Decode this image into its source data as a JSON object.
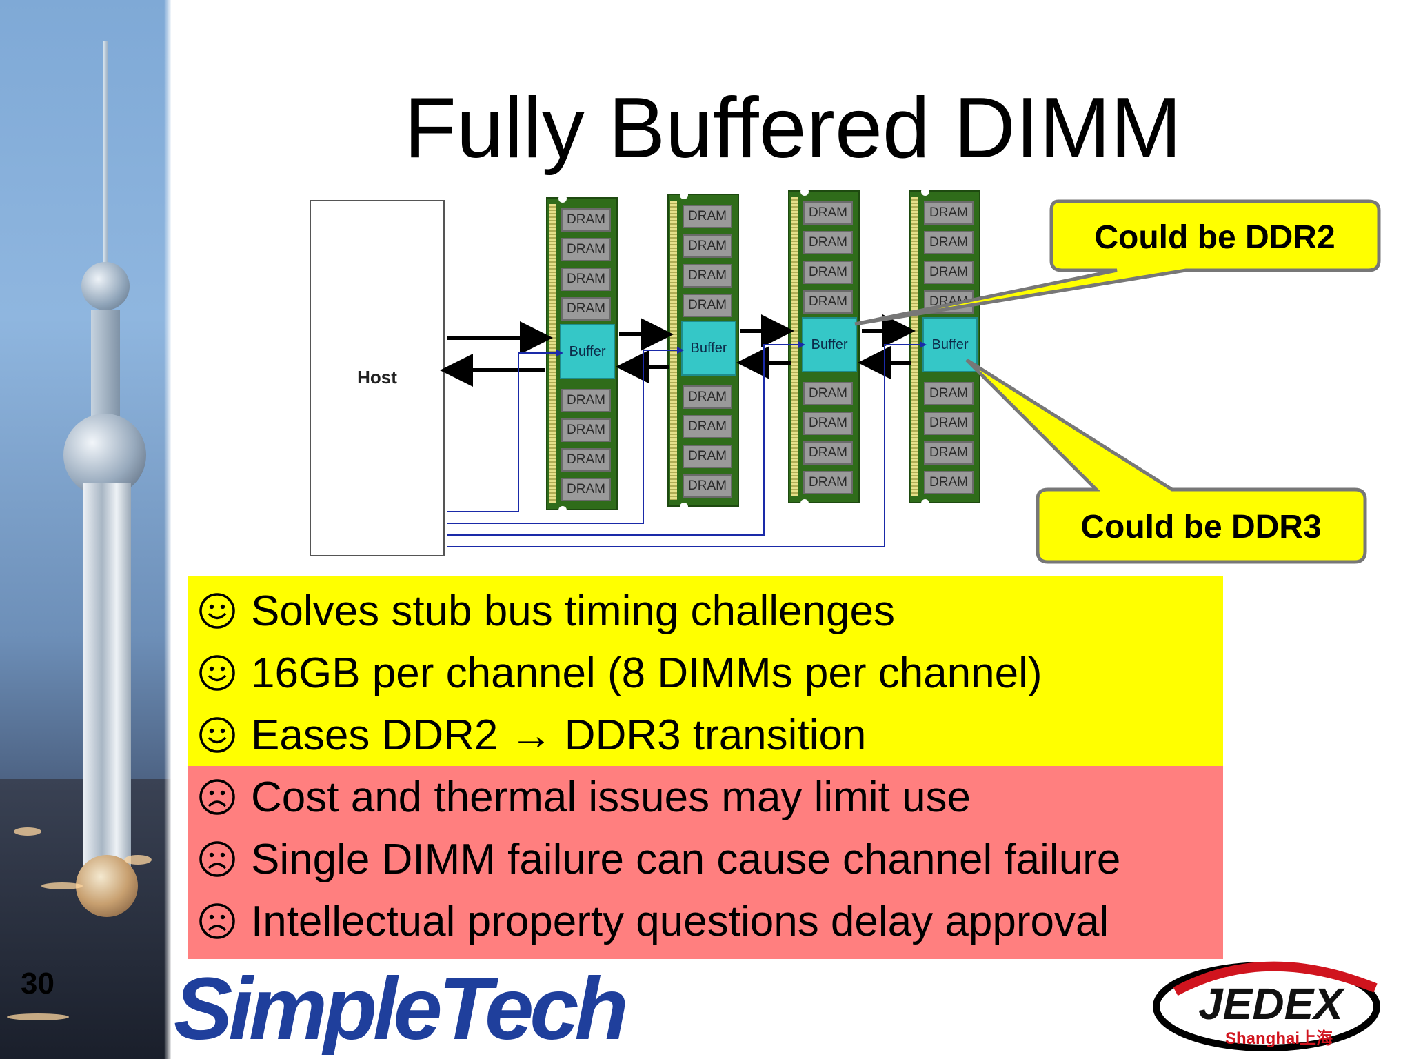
{
  "slide": {
    "number": "30",
    "title": "Fully Buffered DIMM"
  },
  "diagram": {
    "host_label": "Host",
    "dram_label": "DRAM",
    "buffer_label": "Buffer",
    "dimms": [
      {
        "top_drams": [
          "DRAM",
          "DRAM",
          "DRAM",
          "DRAM"
        ],
        "buffer": "Buffer",
        "bottom_drams": [
          "DRAM",
          "DRAM",
          "DRAM",
          "DRAM"
        ]
      },
      {
        "top_drams": [
          "DRAM",
          "DRAM",
          "DRAM",
          "DRAM"
        ],
        "buffer": "Buffer",
        "bottom_drams": [
          "DRAM",
          "DRAM",
          "DRAM",
          "DRAM"
        ]
      },
      {
        "top_drams": [
          "DRAM",
          "DRAM",
          "DRAM",
          "DRAM"
        ],
        "buffer": "Buffer",
        "bottom_drams": [
          "DRAM",
          "DRAM",
          "DRAM",
          "DRAM"
        ]
      },
      {
        "top_drams": [
          "DRAM",
          "DRAM",
          "DRAM",
          "DRAM"
        ],
        "buffer": "Buffer",
        "bottom_drams": [
          "DRAM",
          "DRAM",
          "DRAM",
          "DRAM"
        ]
      }
    ],
    "callouts": [
      {
        "text": "Could be DDR2"
      },
      {
        "text": "Could be DDR3"
      }
    ]
  },
  "bullets": {
    "pros": [
      "Solves stub bus timing challenges",
      "16GB per channel (8 DIMMs per channel)",
      "Eases DDR2 → DDR3 transition"
    ],
    "cons": [
      "Cost and thermal issues may limit use",
      "Single DIMM failure can cause channel failure",
      "Intellectual property questions delay approval"
    ]
  },
  "logos": {
    "simpletech": "SimpleTech",
    "jedex": "JEDEX",
    "jedex_sub": "Shanghai上海"
  },
  "colors": {
    "pros_bg": "#ffff00",
    "cons_bg": "#ff7f7f",
    "callout_fill": "#ffff00",
    "buffer_fill": "#35c7c7",
    "dimm_pcb": "#2f6c1a",
    "simpletech_blue": "#1f3f9c",
    "jedex_red": "#d0141e"
  }
}
